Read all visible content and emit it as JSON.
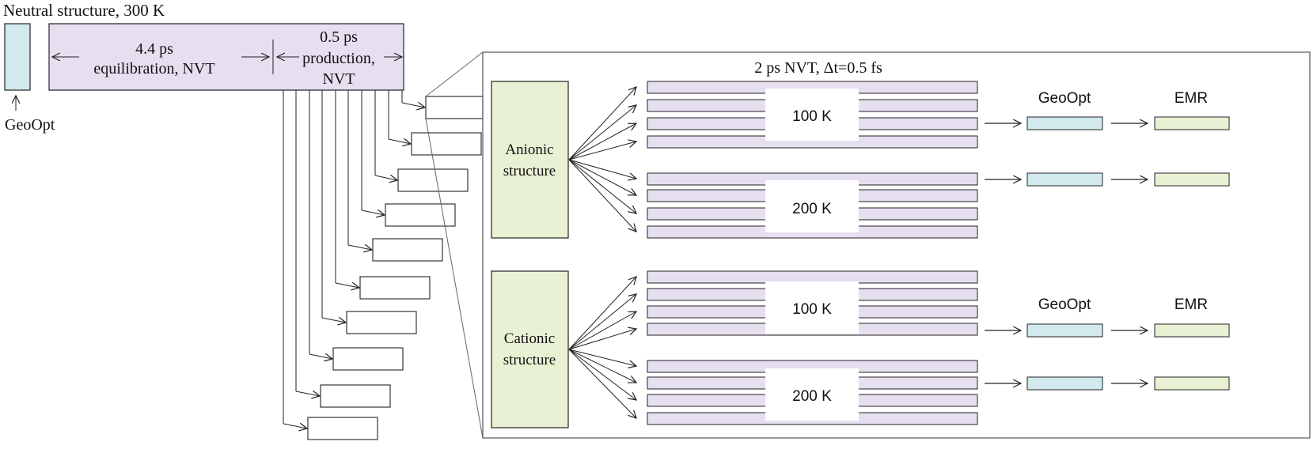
{
  "colors": {
    "lavender": "#e6dff0",
    "lightblue": "#d2e9ee",
    "lightgreen": "#e9f1d4",
    "stroke": "#222222",
    "panel_stroke": "#555555"
  },
  "labels": {
    "neutral_title": "Neutral structure, 300 K",
    "geoopt_left": "GeoOpt",
    "equil_line1": "4.4 ps",
    "equil_line2": "equilibration,  NVT",
    "prod_line1": "0.5 ps",
    "prod_line2": "production,",
    "prod_line3": "NVT",
    "panel_title": "2 ps NVT, Δt=0.5 fs",
    "anionic_line1": "Anionic",
    "anionic_line2": "structure",
    "cationic_line1": "Cationic",
    "cationic_line2": "structure",
    "temp_100_top": "100 K",
    "temp_200_top": "200 K",
    "temp_100_bottom": "100 K",
    "temp_200_bottom": "200 K",
    "geoopt_col_top": "GeoOpt",
    "emr_col_top": "EMR",
    "geoopt_col_bottom": "GeoOpt",
    "emr_col_bottom": "EMR"
  }
}
